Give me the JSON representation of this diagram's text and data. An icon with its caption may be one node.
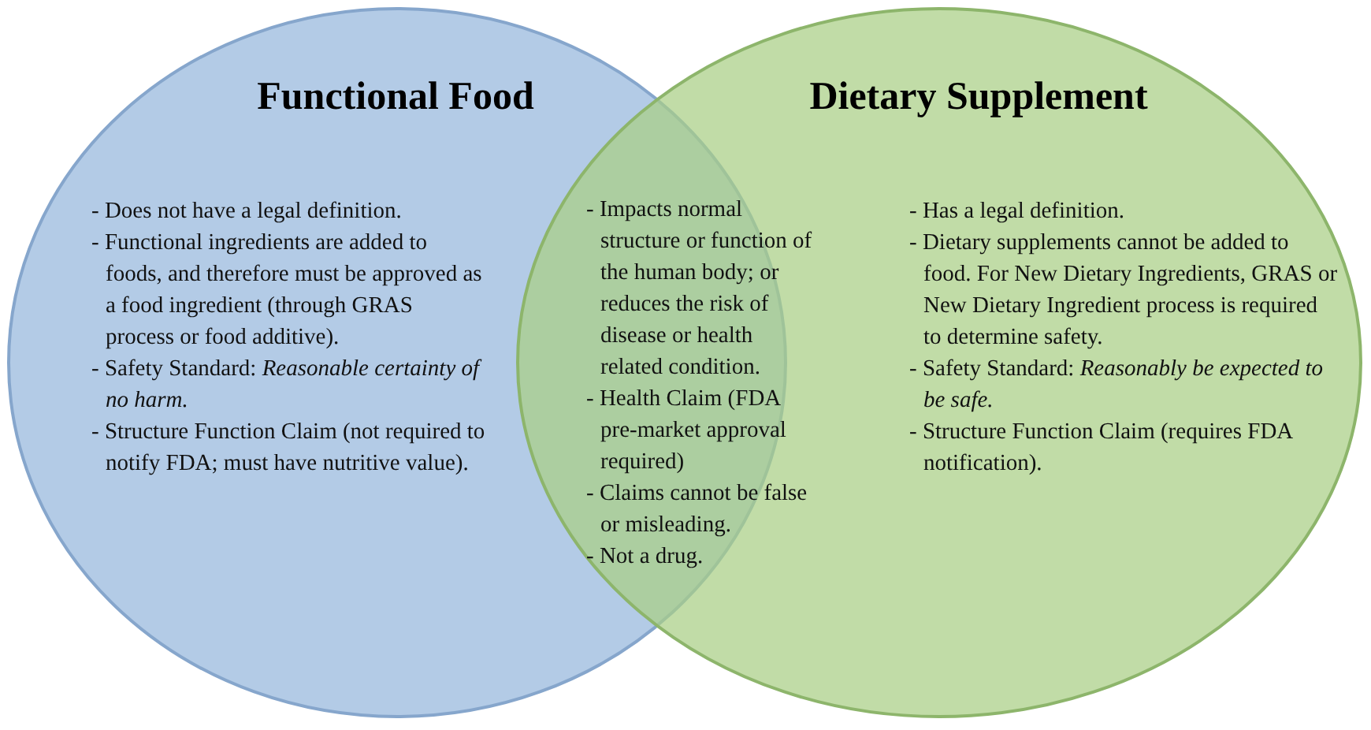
{
  "diagram": {
    "nodes": [
      {
        "text": [
          "Functional Food",
          "- Does not have a legal definition.",
          "- Functional ingredients are added to foods, and therefore must be approved as a food ingredient (through GRAS process or food additive).",
          "- Safety Standard: *Reasonable certainty of no harm.*",
          "- Structure Function Claim (not required to notify FDA; must have nutritive value)."
        ]
      },
      {
        "text": [
          "Dietary Supplement",
          "- Has a legal definition.",
          "- Dietary supplements cannot be added to food. For New Dietary Ingredients, GRAS or New Dietary Ingredient process is required to determine safety.",
          "- Safety Standard: *Reasonably be expected to be safe.*",
          "- Structure Function Claim (requires FDA notification)."
        ]
      }
    ],
    "edges": [],
    "labels": [
      "- Impacts normal structure or function of the human body; or reduces the risk of disease or health related condition.",
      "- Health Claim (FDA pre-market approval required)",
      "- Claims cannot be false or misleading.",
      "- Not a drug."
    ]
  }
}
